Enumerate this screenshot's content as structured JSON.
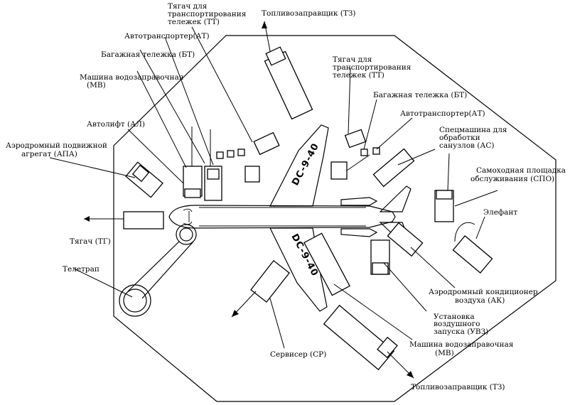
{
  "diagram": {
    "aircraft_registration": "DC-9-40",
    "labels": {
      "tyagach_tt_top": [
        "Тягач для",
        "транспортирования",
        "тележек (ТТ)"
      ],
      "toplivozapravshchik_top": [
        "Топливозаправщик (ТЗ)"
      ],
      "avtotransporter_top": [
        "Автотранспортер(АТ)"
      ],
      "bagazhnaya_top": [
        "Багажная тележка (БТ)"
      ],
      "vodozapravochnaya_top": [
        "Машина водозаправочная",
        "(МВ)"
      ],
      "tyagach_tt_right": [
        "Тягач для",
        "транспортирования",
        "тележек (ТТ)"
      ],
      "bagazhnaya_right": [
        "Багажная тележка (БТ)"
      ],
      "avtotransporter_right": [
        "Автотранспортер(АТ)"
      ],
      "specmashina": [
        "Спецмашина для",
        "обработки",
        "санузлов (АС)"
      ],
      "avtolift": [
        "Автолифт (АЛ)"
      ],
      "apa": [
        "Аэродромный подвижной",
        "агрегат (АПА)"
      ],
      "spo": [
        "Самоходная площадка",
        "обслуживания (СПО)"
      ],
      "elefant": [
        "Элефант"
      ],
      "tyagach_tg": [
        "Тягач (ТГ)"
      ],
      "teletrap": [
        "Телетрап"
      ],
      "kondicioner": [
        "Аэродромный кондиционер",
        "воздуха (АК)"
      ],
      "uvz": [
        "Установка",
        "воздушного",
        "запуска (УВЗ)"
      ],
      "vodozapravochnaya_bottom": [
        "Машина водозаправочная",
        "(МВ)"
      ],
      "servicer": [
        "Сервисер (СР)"
      ],
      "toplivozapravshchik_bottom": [
        "Топливозаправщик (ТЗ)"
      ]
    }
  }
}
